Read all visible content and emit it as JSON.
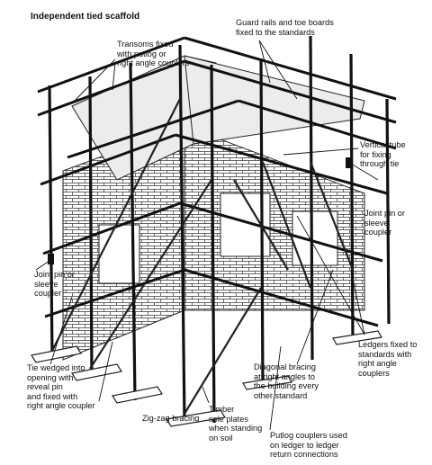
{
  "title": "Independent tied scaffold",
  "labels": {
    "transoms": "Transoms fixed\nwith putlog or\nright angle couplers",
    "guard_rails": "Guard rails and toe boards\nfixed to the standards",
    "vertical_tube": "Vertical tube\nfor fixing\nthrough tie",
    "joint_pin_right": "Joint pin or\nsleeve\ncoupler",
    "joint_pin_left": "Joint pin or\nsleeve\ncoupler",
    "ledgers": "Ledgers fixed to\nstandards with\nright angle\ncouplers",
    "tie_wedged": "Tie wedged into\nopening with\nreveal pin\nand fixed with\nright angle coupler",
    "diagonal_bracing": "Diagonal bracing\nat right angles to\nthe building every\nother standard",
    "zigzag": "Zig-zag bracing",
    "timber": "Timber\nsole plates\nwhen standing\non soil",
    "putlog_couplers": "Putlog couplers used\non ledger to ledger\nreturn connections"
  }
}
